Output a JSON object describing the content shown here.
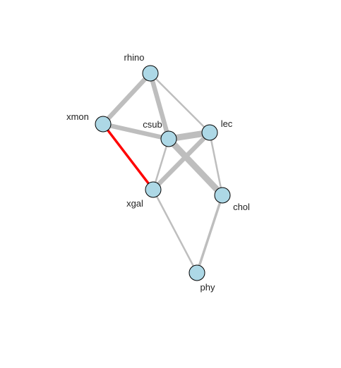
{
  "graph": {
    "nodes": [
      {
        "id": "rhino",
        "label": "rhino"
      },
      {
        "id": "xmon",
        "label": "xmon"
      },
      {
        "id": "csub",
        "label": "csub"
      },
      {
        "id": "lec",
        "label": "lec"
      },
      {
        "id": "xgal",
        "label": "xgal"
      },
      {
        "id": "chol",
        "label": "chol"
      },
      {
        "id": "phy",
        "label": "phy"
      }
    ],
    "edges": [
      {
        "source": "rhino",
        "target": "xmon",
        "weight": 3,
        "highlighted": false
      },
      {
        "source": "rhino",
        "target": "csub",
        "weight": 3,
        "highlighted": false
      },
      {
        "source": "rhino",
        "target": "lec",
        "weight": 1,
        "highlighted": false
      },
      {
        "source": "xmon",
        "target": "csub",
        "weight": 3,
        "highlighted": false
      },
      {
        "source": "xmon",
        "target": "xgal",
        "weight": 2,
        "highlighted": true
      },
      {
        "source": "csub",
        "target": "lec",
        "weight": 4,
        "highlighted": false
      },
      {
        "source": "csub",
        "target": "chol",
        "weight": 4,
        "highlighted": false
      },
      {
        "source": "csub",
        "target": "xgal",
        "weight": 1,
        "highlighted": false
      },
      {
        "source": "lec",
        "target": "xgal",
        "weight": 3,
        "highlighted": false
      },
      {
        "source": "lec",
        "target": "chol",
        "weight": 1,
        "highlighted": false
      },
      {
        "source": "xgal",
        "target": "phy",
        "weight": 1,
        "highlighted": false
      },
      {
        "source": "chol",
        "target": "phy",
        "weight": 2,
        "highlighted": false
      }
    ]
  },
  "colors": {
    "node_fill": "#add8e6",
    "node_stroke": "#000000",
    "edge": "#bebebe",
    "edge_highlight": "#ff0000",
    "label": "#222222"
  }
}
